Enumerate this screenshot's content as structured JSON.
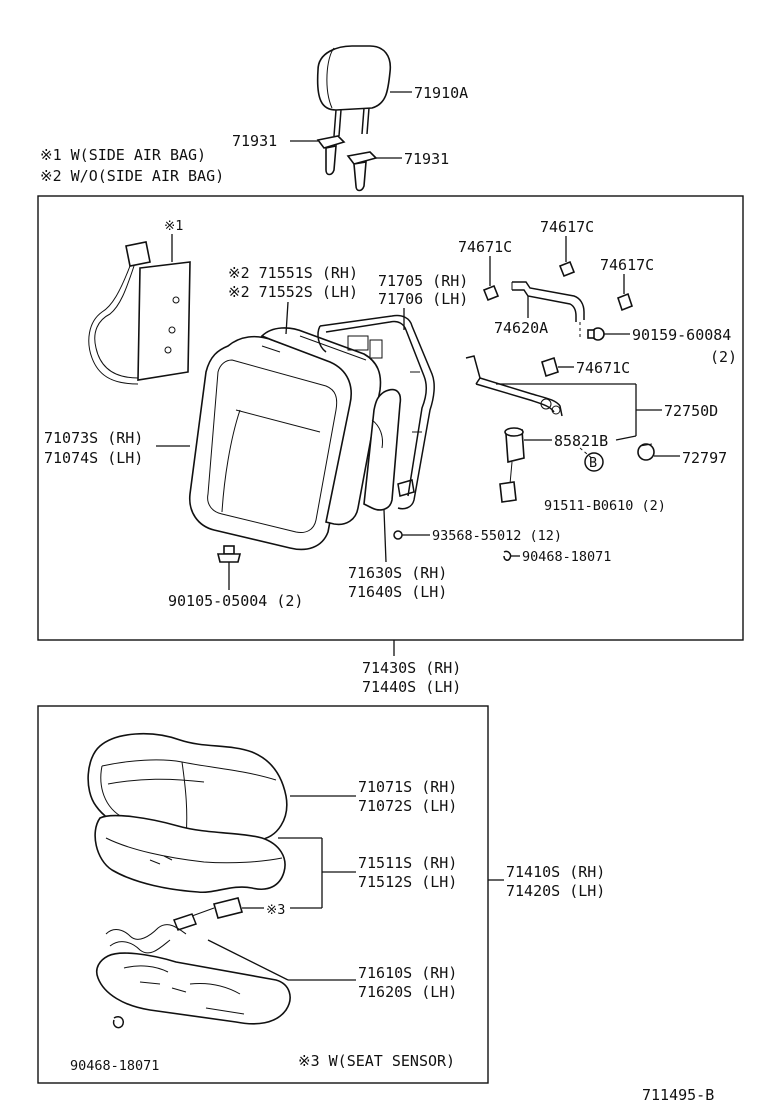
{
  "notes": {
    "note1": "※1 W(SIDE AIR BAG)",
    "note2": "※2 W/O(SIDE AIR BAG)",
    "note3": "※3 W(SEAT SENSOR)",
    "mark1": "※1",
    "mark3": "※3"
  },
  "headrest": {
    "part": "71910A",
    "guide_left": "71931",
    "guide_right": "71931"
  },
  "seatback": {
    "cover_rh": "※2 71551S (RH)",
    "cover_lh": "※2 71552S (LH)",
    "frame_rh": "71705 (RH)",
    "frame_lh": "71706 (LH)",
    "outer_rh": "71073S (RH)",
    "outer_lh": "71074S (LH)",
    "pad_rh": "71630S (RH)",
    "pad_lh": "71640S (LH)",
    "bolt": "90105-05004 (2)",
    "clip_a": "74671C",
    "clip_b": "74617C",
    "clip_c": "74617C",
    "bracket": "74620A",
    "screw": "90159-60084",
    "screw_qty": "(2)",
    "clip_d": "74671C",
    "lever": "72750D",
    "knob": "85821B",
    "cap": "72797",
    "mark_b": "B",
    "bolt_b": "91511-B0610 (2)",
    "hog_ring": "93568-55012 (12)",
    "clip_e": "90468-18071"
  },
  "assembly": {
    "back_rh": "71430S (RH)",
    "back_lh": "71440S (LH)",
    "cushion_rh": "71410S (RH)",
    "cushion_lh": "71420S (LH)"
  },
  "cushion": {
    "cover_rh": "71071S (RH)",
    "cover_lh": "71072S (LH)",
    "pad_rh": "71511S (RH)",
    "pad_lh": "71512S (LH)",
    "frame_rh": "71610S (RH)",
    "frame_lh": "71620S (LH)",
    "clip": "90468-18071"
  },
  "diagram_id": "711495-B"
}
